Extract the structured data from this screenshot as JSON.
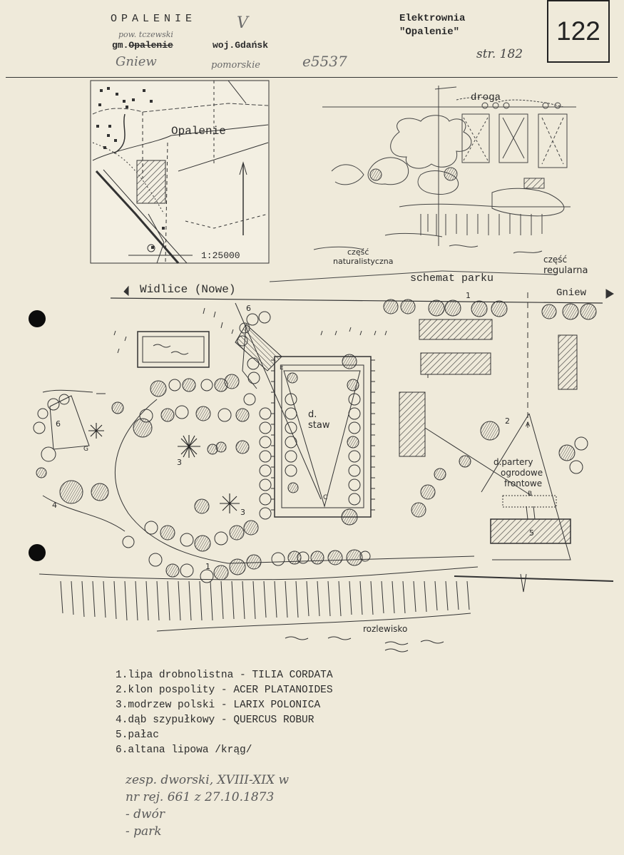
{
  "header": {
    "title": "OPALENIE",
    "title_mark": "V",
    "admin_handwritten": "pow. tczewski",
    "gmina_prefix": "gm.",
    "gmina_name": "Opalenie",
    "voivodeship": "woj.Gdańsk",
    "handwritten_gniew": "Gniew",
    "handwritten_pomorskie": "pomorskie",
    "handwritten_code": "e5537",
    "owner_line1": "Elektrownia",
    "owner_line2": "\"Opalenie\"",
    "page_ref": "str. 182",
    "page_number": "122"
  },
  "location_map": {
    "place_name": "Opalenie",
    "scale": "1:25000"
  },
  "park_schema": {
    "road_label": "droga",
    "natural_part_line1": "część",
    "natural_part_line2": "naturalistyczna",
    "regular_part_line1": "część",
    "regular_part_line2": "regularna",
    "caption": "schemat parku"
  },
  "main_plan": {
    "direction_left": "Widlice (Nowe)",
    "direction_right": "Gniew",
    "pond_line1": "d.",
    "pond_line2": "staw",
    "parterre_line1": "d.partery",
    "parterre_line2": "ogrodowe",
    "parterre_line3": "frontowe",
    "floodplain": "rozlewisko",
    "markers": {
      "n1_top": "1",
      "n1_bottom": "1",
      "n2": "2",
      "n3_a": "3",
      "n3_b": "3",
      "n4": "4",
      "n5": "5",
      "n6_top": "6",
      "n6_left": "6",
      "letter_a": "A",
      "letter_b": "B",
      "letter_c": "C",
      "letter_e": "E",
      "letter_g": "G"
    }
  },
  "legend": [
    "1.lipa drobnolistna - TILIA CORDATA",
    "2.klon pospolity - ACER PLATANOIDES",
    "3.modrzew polski - LARIX POLONICA",
    "4.dąb szypułkowy - QUERCUS ROBUR",
    "5.pałac",
    "6.altana lipowa /krąg/"
  ],
  "notes": [
    "zesp. dworski, XVIII-XIX w",
    "nr rej. 661 z 27.10.1873",
    "- dwór",
    "- park"
  ]
}
